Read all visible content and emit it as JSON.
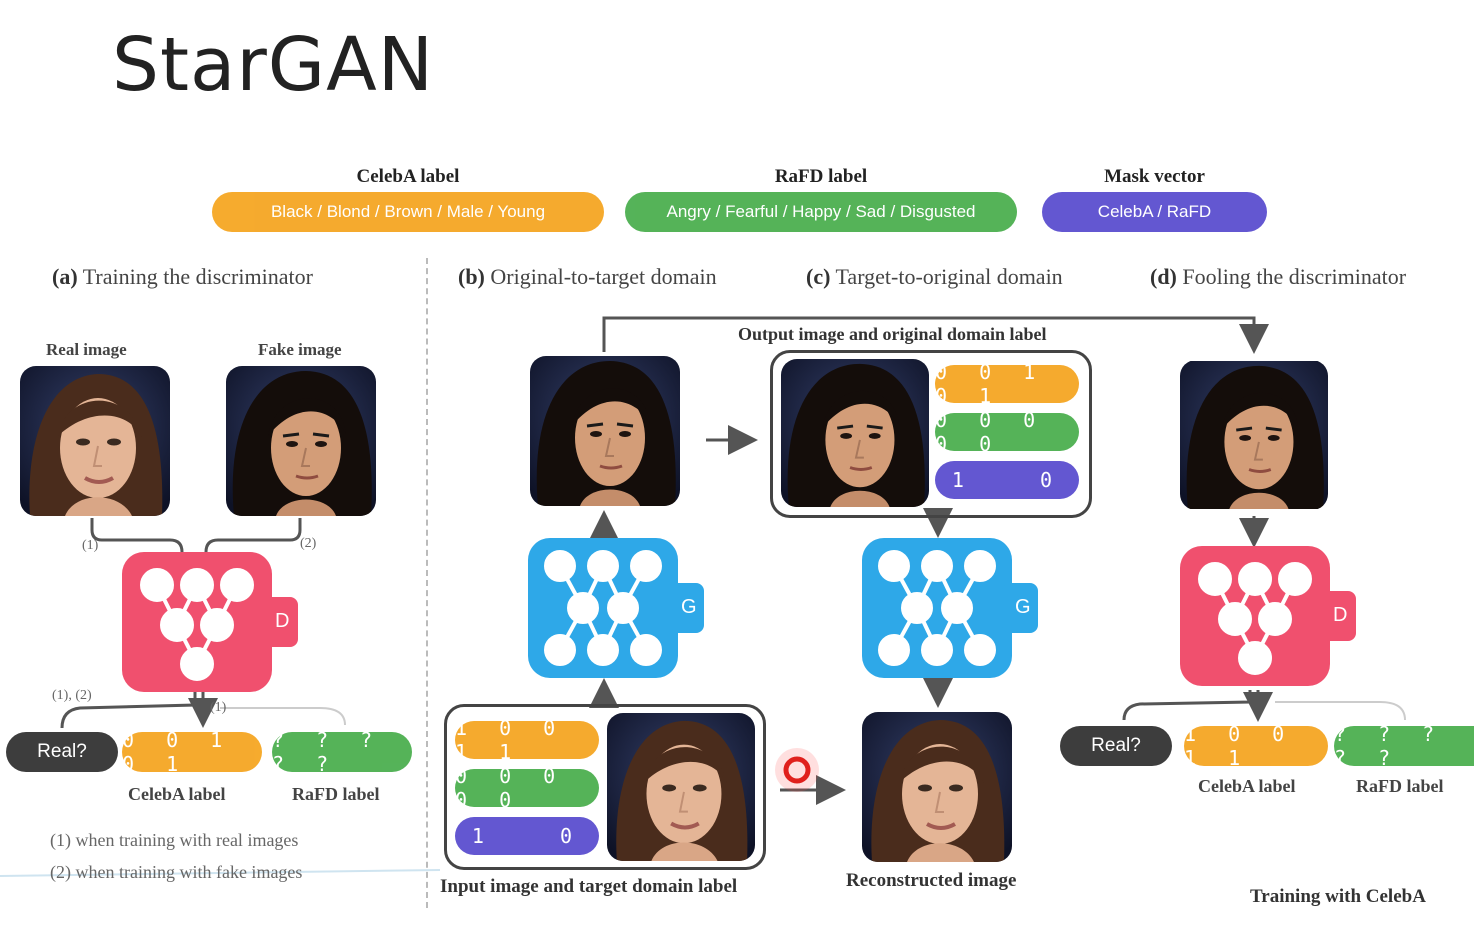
{
  "slide_title": "StarGAN",
  "legend": {
    "celeba": {
      "title": "CelebA label",
      "values": "Black / Blond / Brown / Male / Young"
    },
    "rafd": {
      "title": "RaFD label",
      "values": "Angry / Fearful / Happy / Sad / Disgusted"
    },
    "mask": {
      "title": "Mask vector",
      "values": "CelebA / RaFD"
    }
  },
  "panels": {
    "a": {
      "letter": "(a)",
      "title": "Training the discriminator"
    },
    "b": {
      "letter": "(b)",
      "title": "Original-to-target domain"
    },
    "c": {
      "letter": "(c)",
      "title": "Target-to-original domain"
    },
    "d": {
      "letter": "(d)",
      "title": "Fooling the discriminator"
    }
  },
  "panel_a": {
    "real_image": "Real image",
    "fake_image": "Fake image",
    "edge1": "(1)",
    "edge2": "(2)",
    "edge12": "(1), (2)",
    "edge1b": "(1)",
    "real_q": "Real?",
    "celeba_code": "0 0 1 0 1",
    "rafd_code": "? ? ? ? ?",
    "celeba_label": "CelebA label",
    "rafd_label": "RaFD label",
    "note1": "(1) when training with real images",
    "note2": "(2) when training with fake images",
    "net": "D"
  },
  "panel_bc": {
    "output_caption": "Output image and original domain label",
    "out_celeba": "0 0 1 0 1",
    "out_rafd": "0 0 0 0 0",
    "out_mask": "1   0",
    "in_celeba": "1 0 0 1 1",
    "in_rafd": "0 0 0 0 0",
    "in_mask": "1   0",
    "input_caption": "Input image and target domain label",
    "recon_caption": "Reconstructed image",
    "net": "G"
  },
  "panel_d": {
    "real_q": "Real?",
    "celeba_code": "1 0 0 1 1",
    "rafd_code": "? ? ? ? ?",
    "celeba_label": "CelebA label",
    "rafd_label": "RaFD label",
    "footer": "Training with CelebA",
    "net": "D"
  },
  "colors": {
    "orange": "#f5a623",
    "green": "#4caf50",
    "purple": "#5b4fcf",
    "discriminator": "#f0506e",
    "generator": "#2ea8e8",
    "dark": "#333333"
  }
}
